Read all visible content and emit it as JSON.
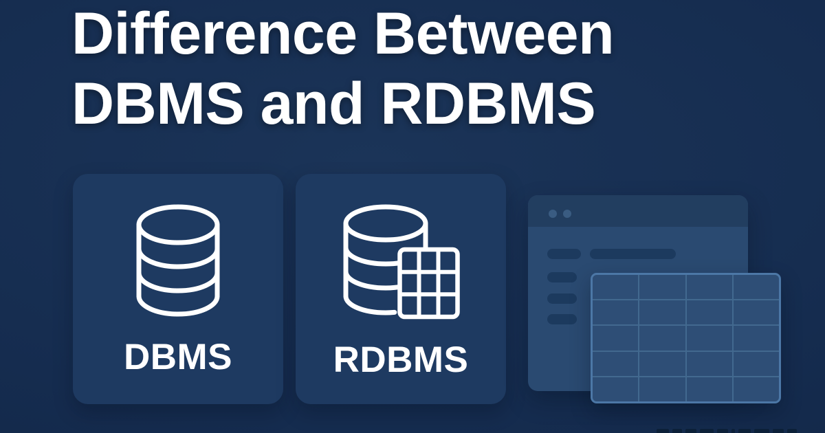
{
  "title": {
    "line1": "Difference Between",
    "line2": "DBMS and RDBMS"
  },
  "cards": [
    {
      "label": "DBMS",
      "icon": "database-icon"
    },
    {
      "label": "RDBMS",
      "icon": "database-with-table-icon"
    }
  ],
  "illustration": {
    "window": {
      "dot_count": 2,
      "placeholder_pill_count": 5
    },
    "table": {
      "columns": 4,
      "rows": 5
    }
  },
  "colors": {
    "background": "#142A4C",
    "card": "#1E3A61",
    "title_text": "#FFFFFF",
    "icon_stroke": "#FFFFFF",
    "window_body": "#2A4A71",
    "window_titlebar": "#223E60",
    "window_dot": "#3A5C82",
    "pill": "#1C3A5E",
    "table_cell": "#2E4E76",
    "table_line": "#42698F",
    "table_border": "#4C77A6",
    "watermark": "#0C2038"
  }
}
